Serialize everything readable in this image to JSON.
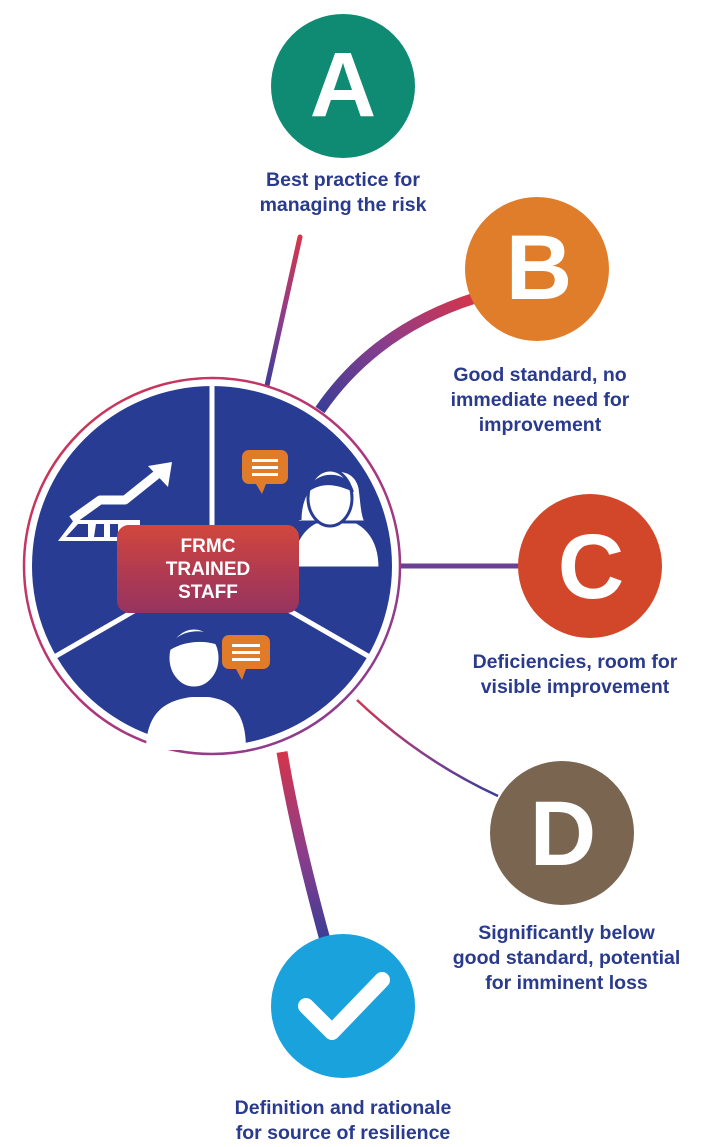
{
  "center": {
    "label": "FRMC\nTRAINED\nSTAFF",
    "color": "#283c93",
    "ring_gradient": [
      "#d4354c",
      "#7c3f96",
      "#2a3a8c"
    ]
  },
  "grades": [
    {
      "id": "a",
      "letter": "A",
      "color": "#0f8a73",
      "caption": "Best practice for\nmanaging the risk"
    },
    {
      "id": "b",
      "letter": "B",
      "color": "#df7d2a",
      "caption": "Good standard, no\nimmediate need for\nimprovement"
    },
    {
      "id": "c",
      "letter": "C",
      "color": "#d2472a",
      "caption": "Deficiencies, room for\nvisible improvement"
    },
    {
      "id": "d",
      "letter": "D",
      "color": "#7a6550",
      "caption": "Significantly below\ngood standard, potential\nfor imminent loss"
    }
  ],
  "resilience": {
    "icon": "checkmark-icon",
    "color": "#1aa2dd",
    "caption": "Definition and rationale\nfor source of resilience"
  },
  "icons": {
    "chart": "growth-chart-icon",
    "woman": "woman-avatar-icon",
    "man": "man-avatar-icon",
    "speech": "speech-bubble-icon",
    "speech_color": "#e07b2a"
  }
}
